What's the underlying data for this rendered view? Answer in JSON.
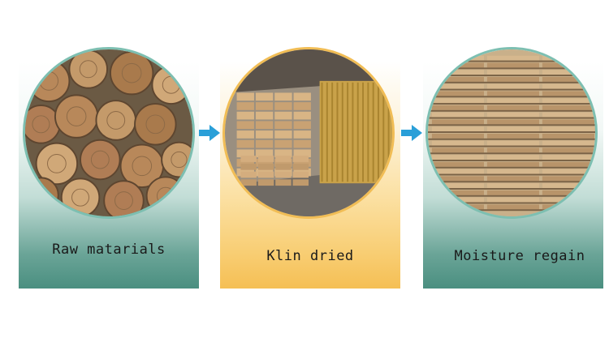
{
  "steps": [
    {
      "label": "Raw matarials",
      "image": "log-pile-image"
    },
    {
      "label": "Klin dried",
      "image": "drying-kiln-image"
    },
    {
      "label": "Moisture regain",
      "image": "stacked-lumber-image"
    }
  ],
  "colors": {
    "teal": "#4a8f80",
    "amber": "#f5bf54",
    "arrow": "#2a9fd8"
  }
}
